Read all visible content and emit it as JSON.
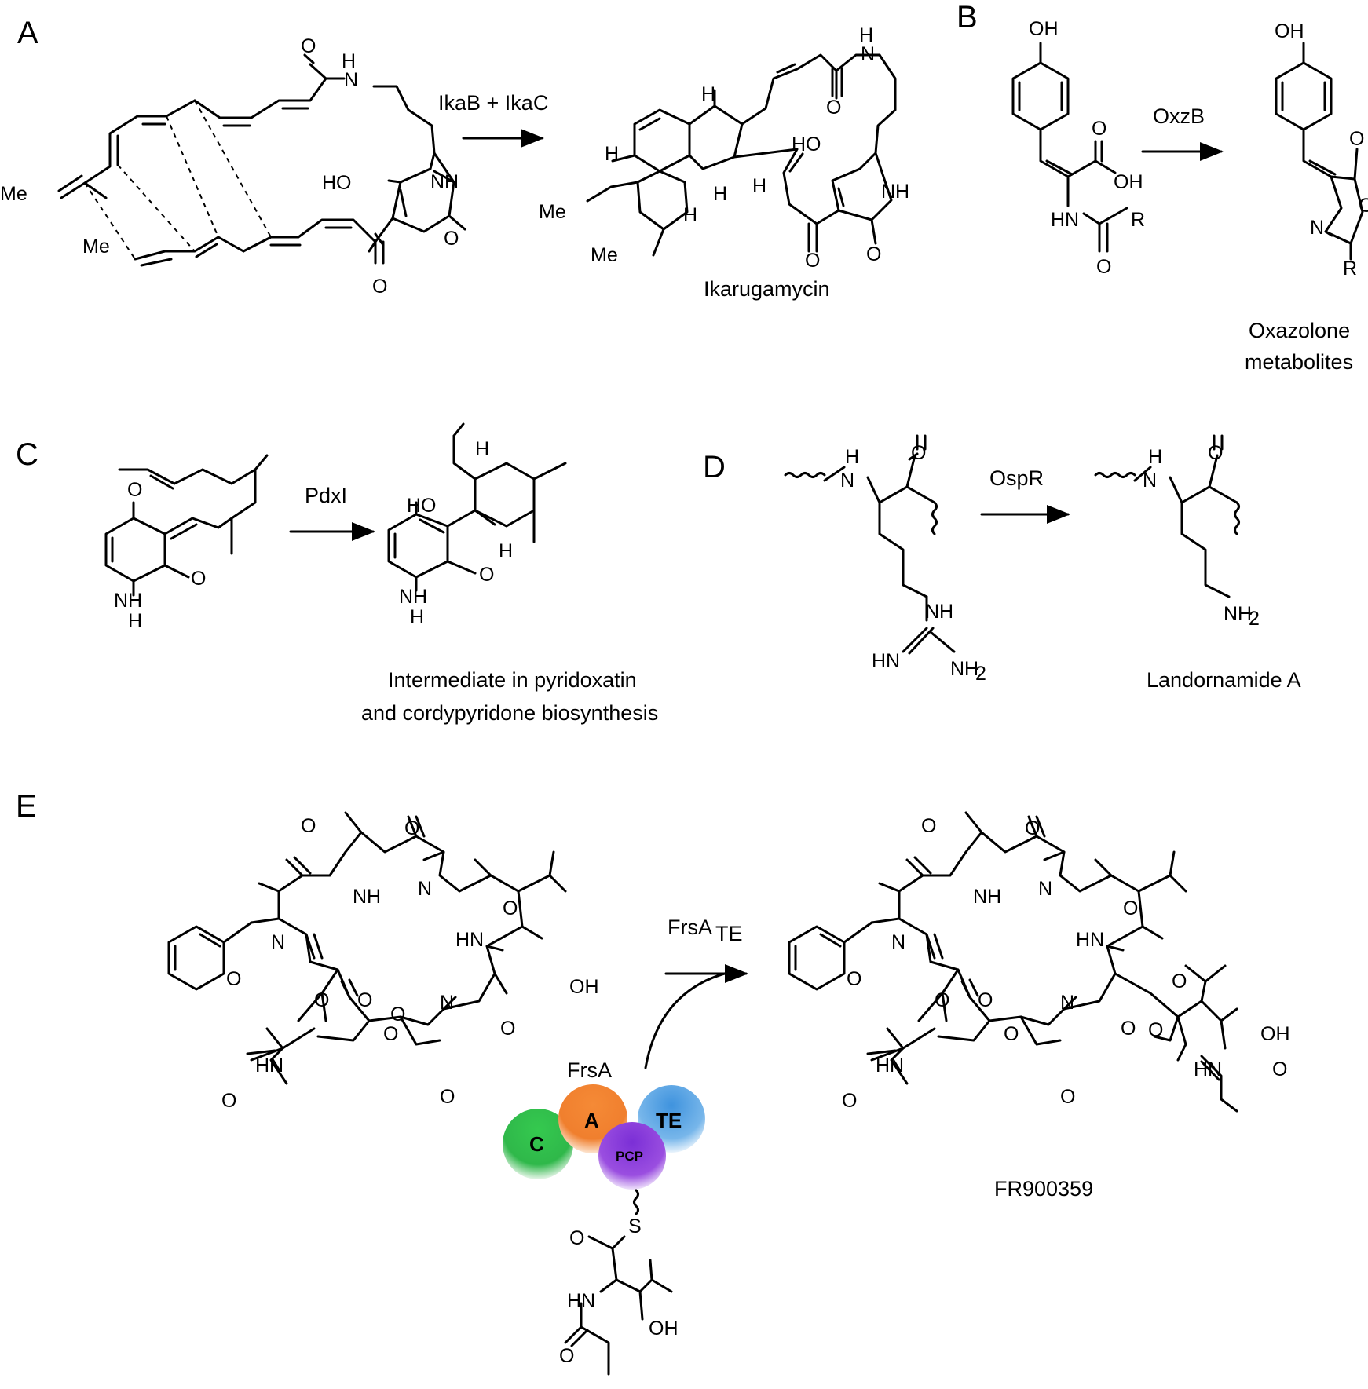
{
  "panels": [
    {
      "id": "A",
      "label": "A",
      "enzyme": "IkaB + IkaC",
      "product": "Ikarugamycin"
    },
    {
      "id": "B",
      "label": "B",
      "enzyme": "OxzB",
      "product_line1": "Oxazolone",
      "product_line2": "metabolites"
    },
    {
      "id": "C",
      "label": "C",
      "enzyme": "PdxI",
      "product_line1": "Intermediate in pyridoxatin",
      "product_line2": "and cordypyridone biosynthesis"
    },
    {
      "id": "D",
      "label": "D",
      "enzyme": "OspR",
      "product": "Landornamide A"
    },
    {
      "id": "E",
      "label": "E",
      "enzyme": "FrsA",
      "enzyme_sub": "TE",
      "protein": "FrsA",
      "product": "FR900359"
    }
  ],
  "domains": [
    {
      "label": "C",
      "color": "#2fb84a"
    },
    {
      "label": "A",
      "color": "#f07f2e"
    },
    {
      "label": "PCP",
      "color": "#8a3ad8"
    },
    {
      "label": "TE",
      "color": "#4a9ee0"
    }
  ],
  "atoms": {
    "O": "O",
    "N": "N",
    "H": "H",
    "S": "S",
    "R": "R",
    "NH": "NH",
    "HN": "HN",
    "HO": "HO",
    "OH": "OH",
    "Me": "Me",
    "NH2": "NH",
    "HN_imine": "HN"
  }
}
